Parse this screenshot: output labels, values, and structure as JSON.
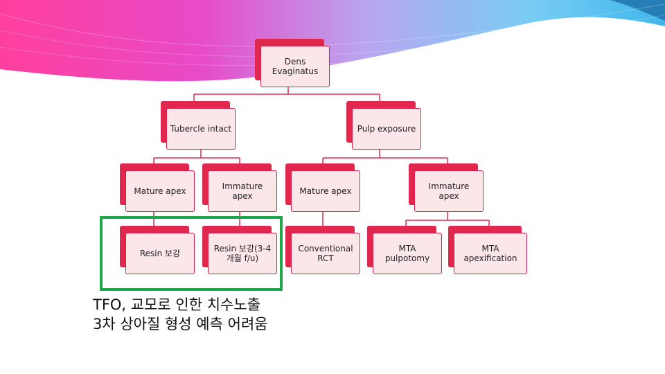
{
  "colors": {
    "node_back": "#e0284f",
    "node_fill": "#fbe6ea",
    "connector": "#e02850",
    "highlight": "#1fa84a"
  },
  "nodes": {
    "root": "Dens\nEvaginatus",
    "tubercle_intact": "Tubercle intact",
    "pulp_exposure": "Pulp exposure",
    "ti_mature": "Mature apex",
    "ti_immature": "Immature\napex",
    "pe_mature": "Mature apex",
    "pe_immature": "Immature\napex",
    "ti_mature_tx": "Resin 보강",
    "ti_immature_tx": "Resin 보강(3-4\n개월 f/u)",
    "pe_mature_tx": "Conventional\nRCT",
    "pe_immature_tx1": "MTA\npulpotomy",
    "pe_immature_tx2": "MTA\napexification"
  },
  "note": "TFO, 교모로 인한 치수노출\n3차 상아질 형성 예측 어려움"
}
